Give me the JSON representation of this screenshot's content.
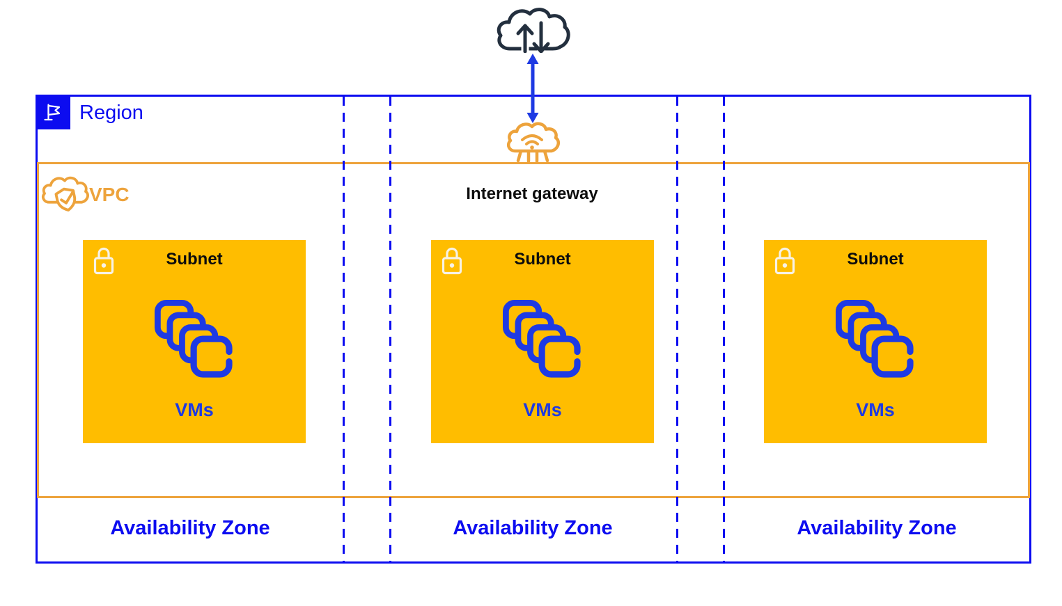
{
  "region": {
    "label": "Region"
  },
  "vpc": {
    "label": "VPC"
  },
  "internet_gateway": {
    "label": "Internet gateway"
  },
  "subnets": [
    {
      "title": "Subnet",
      "vms_label": "VMs"
    },
    {
      "title": "Subnet",
      "vms_label": "VMs"
    },
    {
      "title": "Subnet",
      "vms_label": "VMs"
    }
  ],
  "availability_zones": [
    {
      "label": "Availability Zone"
    },
    {
      "label": "Availability Zone"
    },
    {
      "label": "Availability Zone"
    }
  ],
  "icons": {
    "internet": "cloud-up-down-arrows-icon",
    "connection": "double-headed-arrow-icon",
    "internet_gateway": "cloud-network-legs-icon",
    "region": "flag-icon",
    "vpc": "cloud-shield-check-icon",
    "subnet": "lock-icon",
    "vms": "stacked-vm-instances-icon"
  },
  "colors": {
    "region_blue": "#0C0CF0",
    "vm_blue": "#1E3AE3",
    "vpc_amber": "#EDA33C",
    "subnet_gold": "#FFBD00",
    "internet_navy": "#232F3E",
    "lock_cream": "#F7F2E6",
    "label_black": "#0D0D0D"
  }
}
